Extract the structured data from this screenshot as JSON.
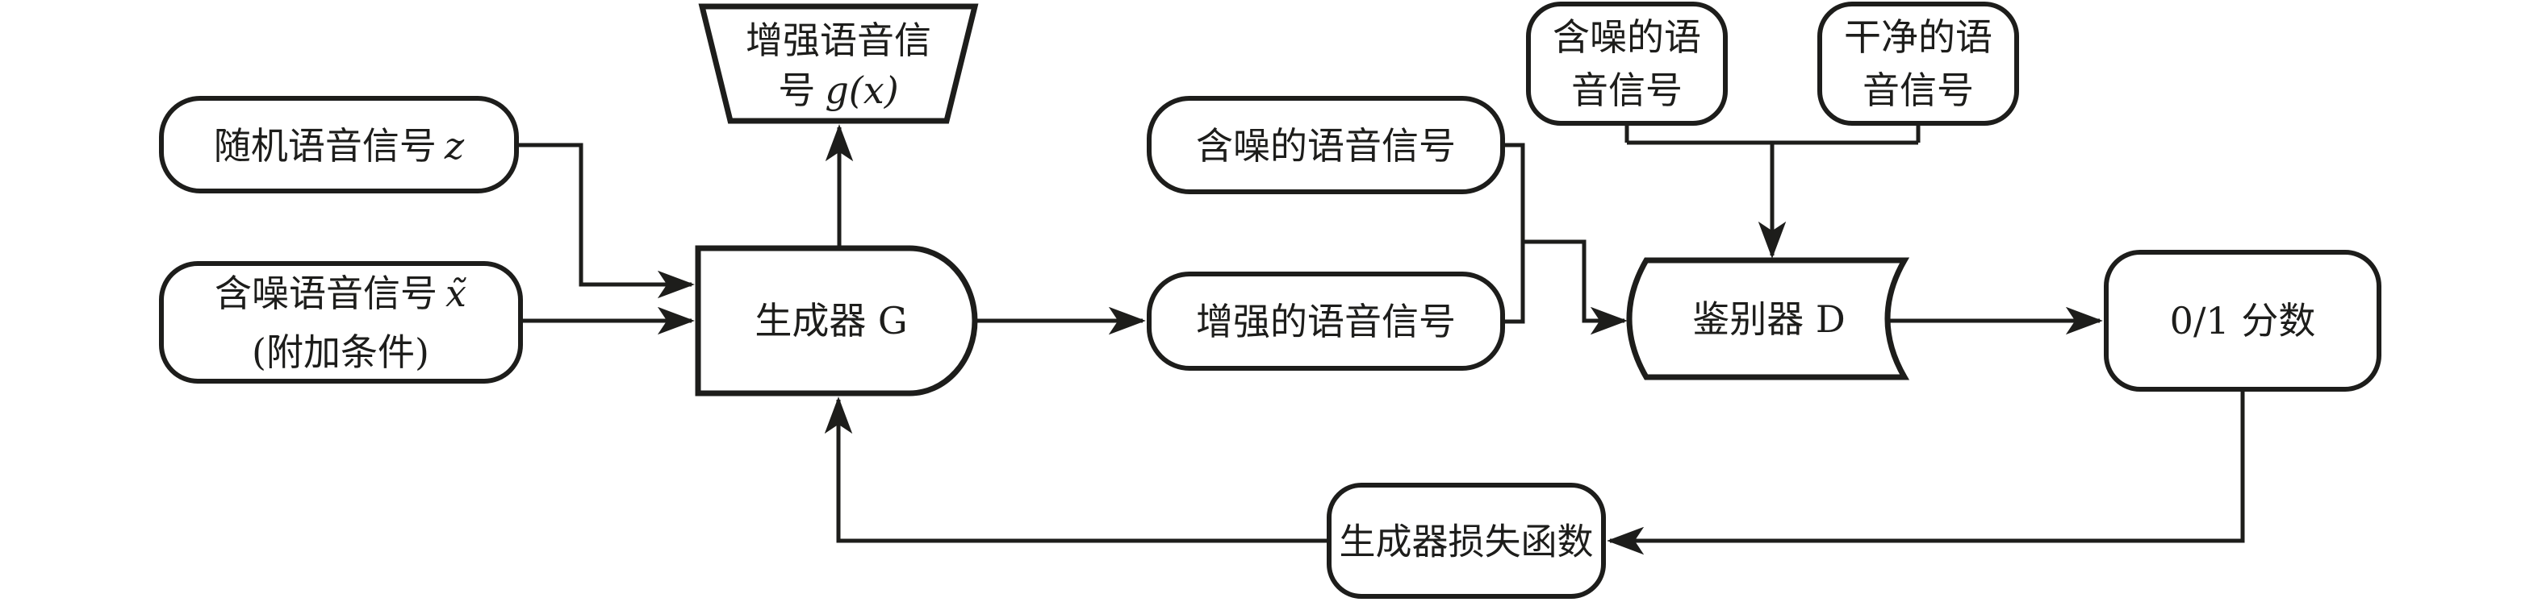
{
  "diagram": {
    "background": "#ffffff",
    "stroke_color": "#1d1d1b",
    "nodes": {
      "random_signal": {
        "label": "随机语音信号",
        "var": "z"
      },
      "noisy_signal_input": {
        "label": "含噪语音信号",
        "var": "x̃",
        "line2": "(附加条件)"
      },
      "enhanced_output": {
        "line1": "增强语音信",
        "line2_prefix": "号",
        "line2_var": "g(x)"
      },
      "generator": {
        "label": "生成器 G"
      },
      "noisy_speech": {
        "label": "含噪的语音信号"
      },
      "enhanced_speech": {
        "label": "增强的语音信号"
      },
      "noisy_speech_ref": {
        "line1": "含噪的语",
        "line2": "音信号"
      },
      "clean_speech_ref": {
        "line1": "干净的语",
        "line2": "音信号"
      },
      "discriminator": {
        "label": "鉴别器 D"
      },
      "score": {
        "label": "0/1 分数"
      },
      "generator_loss": {
        "label": "生成器损失函数"
      }
    }
  }
}
